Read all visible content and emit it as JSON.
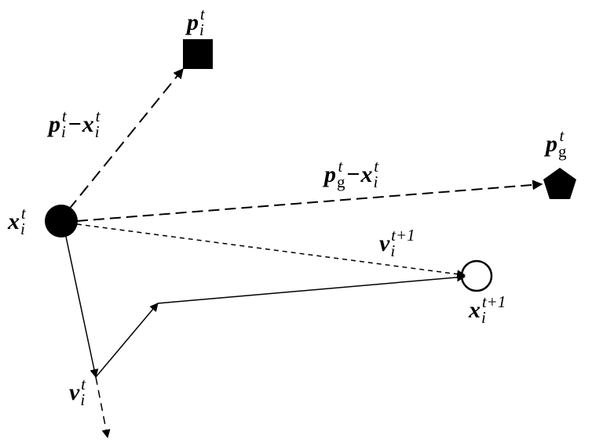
{
  "labels": {
    "personal_best": {
      "base": "p",
      "sub": "i",
      "sup": "t"
    },
    "global_best": {
      "base": "p",
      "sub": "g",
      "sup": "t"
    },
    "current_position": {
      "base": "x",
      "sub": "i",
      "sup": "t"
    },
    "next_position": {
      "base": "x",
      "sub": "i",
      "sup": "t+1"
    },
    "next_velocity": {
      "base": "v",
      "sub": "i",
      "sup": "t+1"
    },
    "current_velocity": {
      "base": "v",
      "sub": "i",
      "sup": "t"
    },
    "cognitive_term": {
      "a_base": "p",
      "a_sub": "i",
      "a_sup": "t",
      "op": "−",
      "b_base": "x",
      "b_sub": "i",
      "b_sup": "t"
    },
    "social_term": {
      "a_base": "p",
      "a_sub": "g",
      "a_sup": "t",
      "op": "−",
      "b_base": "x",
      "b_sub": "i",
      "b_sup": "t"
    }
  },
  "colors": {
    "stroke": "#000000",
    "fill": "#000000",
    "background": "#ffffff"
  }
}
